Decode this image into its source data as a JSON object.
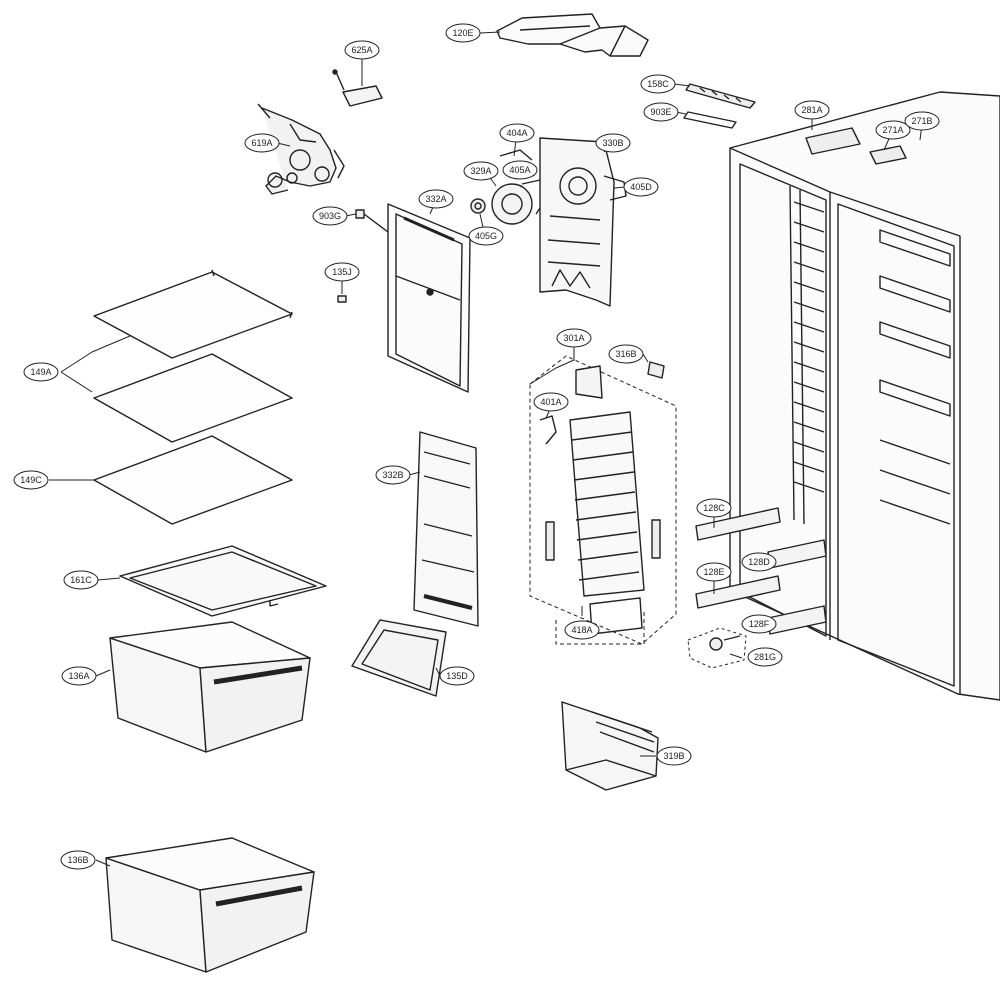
{
  "diagram": {
    "line_color": "#222222",
    "callouts": [
      {
        "id": "120e",
        "label": "120E"
      },
      {
        "id": "625a",
        "label": "625A"
      },
      {
        "id": "158c",
        "label": "158C"
      },
      {
        "id": "903e",
        "label": "903E"
      },
      {
        "id": "281a",
        "label": "281A"
      },
      {
        "id": "271a",
        "label": "271A"
      },
      {
        "id": "271b",
        "label": "271B"
      },
      {
        "id": "619a",
        "label": "619A"
      },
      {
        "id": "404a",
        "label": "404A"
      },
      {
        "id": "330b",
        "label": "330B"
      },
      {
        "id": "405a",
        "label": "405A"
      },
      {
        "id": "329a",
        "label": "329A"
      },
      {
        "id": "405d",
        "label": "405D"
      },
      {
        "id": "332a",
        "label": "332A"
      },
      {
        "id": "903g",
        "label": "903G"
      },
      {
        "id": "405g",
        "label": "405G"
      },
      {
        "id": "135j",
        "label": "135J"
      },
      {
        "id": "149a",
        "label": "149A"
      },
      {
        "id": "301a",
        "label": "301A"
      },
      {
        "id": "316b",
        "label": "316B"
      },
      {
        "id": "401a",
        "label": "401A"
      },
      {
        "id": "149c",
        "label": "149C"
      },
      {
        "id": "332b",
        "label": "332B"
      },
      {
        "id": "128c",
        "label": "128C"
      },
      {
        "id": "128d",
        "label": "128D"
      },
      {
        "id": "128e",
        "label": "128E"
      },
      {
        "id": "161c",
        "label": "161C"
      },
      {
        "id": "128f",
        "label": "128F"
      },
      {
        "id": "418a",
        "label": "418A"
      },
      {
        "id": "281g",
        "label": "281G"
      },
      {
        "id": "136a",
        "label": "136A"
      },
      {
        "id": "135d",
        "label": "135D"
      },
      {
        "id": "319b",
        "label": "319B"
      },
      {
        "id": "136b",
        "label": "136B"
      }
    ]
  }
}
